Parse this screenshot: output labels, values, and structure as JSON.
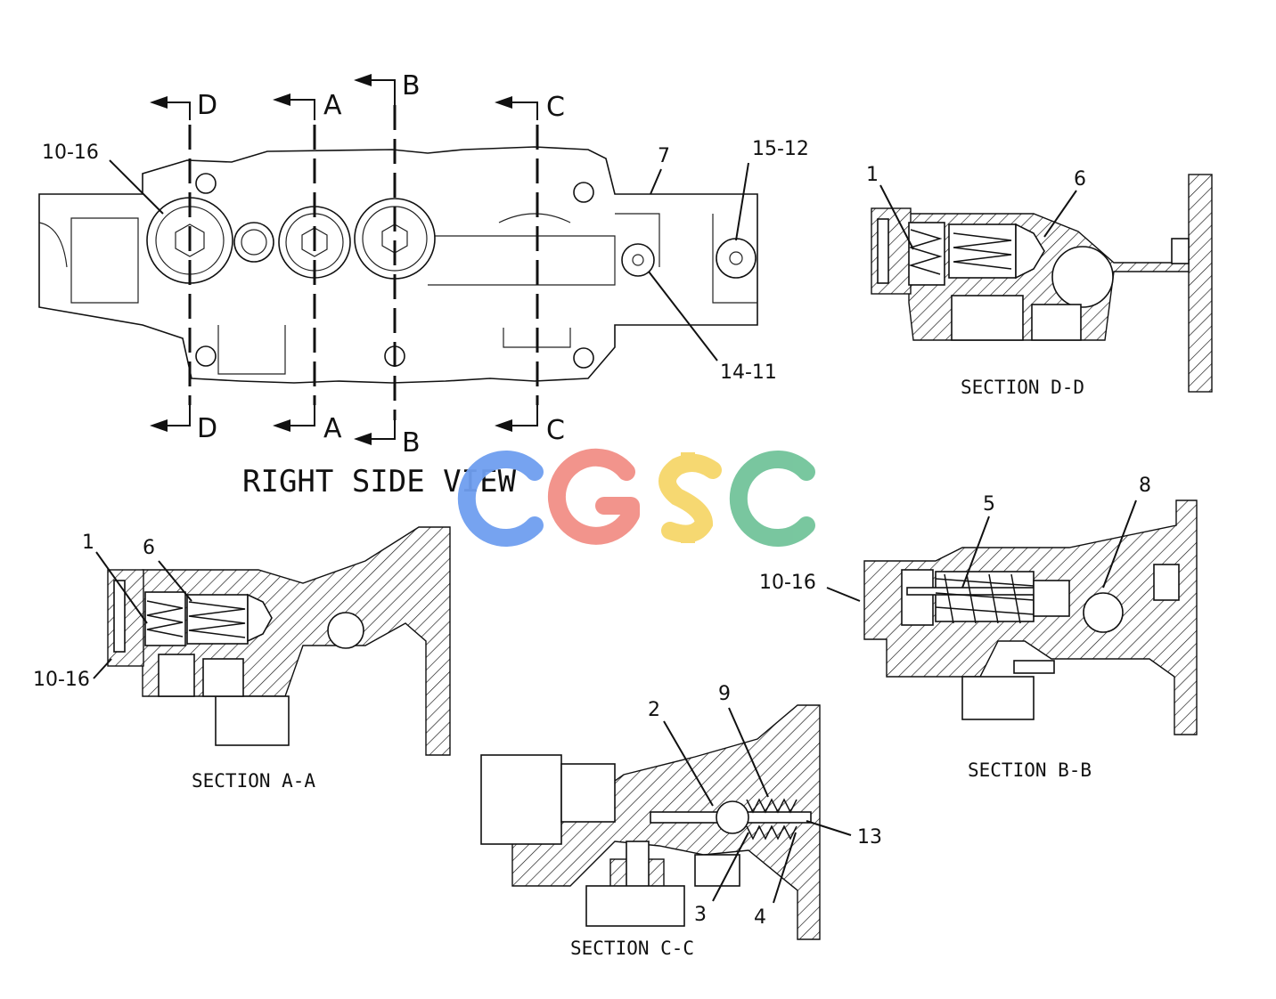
{
  "views": {
    "right_side_title": "RIGHT SIDE VIEW",
    "section_dd_title": "SECTION D-D",
    "section_aa_title": "SECTION A-A",
    "section_bb_title": "SECTION B-B",
    "section_cc_title": "SECTION C-C"
  },
  "cut_marks": {
    "d": "D",
    "a": "A",
    "b": "B",
    "c": "C"
  },
  "callouts": {
    "rsv_10_16": "10-16",
    "rsv_7": "7",
    "rsv_15_12": "15-12",
    "rsv_14_11": "14-11",
    "dd_1": "1",
    "dd_6": "6",
    "aa_1": "1",
    "aa_6": "6",
    "aa_10_16": "10-16",
    "bb_5": "5",
    "bb_8": "8",
    "bb_10_16": "10-16",
    "cc_2": "2",
    "cc_9": "9",
    "cc_13": "13",
    "cc_3": "3",
    "cc_4": "4"
  },
  "watermark": {
    "text": "CGSC",
    "colors": [
      "#6f9ff0",
      "#f28f86",
      "#f6d66a",
      "#72c49a"
    ]
  }
}
